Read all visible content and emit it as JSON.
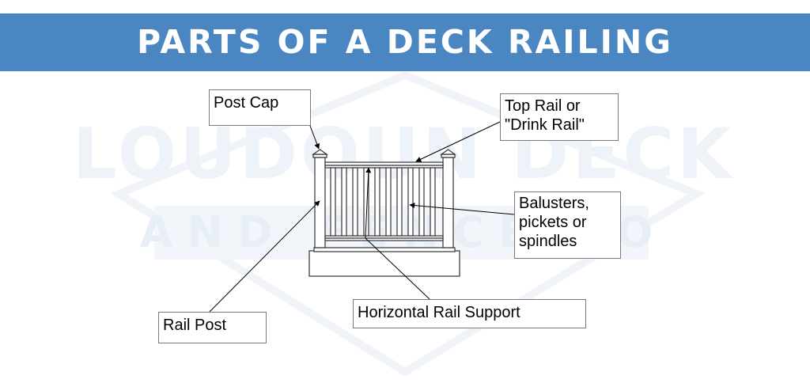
{
  "header": {
    "title": "PARTS OF A DECK RAILING",
    "background_color": "#4a87c2",
    "text_color": "#ffffff"
  },
  "watermark": {
    "line1": "LOUDOUN DECK",
    "line2": "AND FENCE CO",
    "color": "#eef3f9"
  },
  "labels": {
    "post_cap": "Post Cap",
    "top_rail": "Top Rail or\n\"Drink Rail\"",
    "balusters": "Balusters,\npickets or\nspindles",
    "horizontal_rail_support": "Horizontal Rail Support",
    "rail_post": "Rail Post"
  },
  "icons": {
    "arrowhead": "filled-triangle-arrow"
  }
}
